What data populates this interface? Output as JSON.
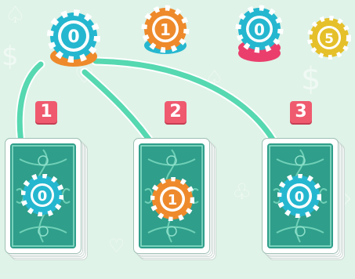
{
  "source_chip": {
    "value": "0",
    "color": "#25b7cf",
    "stack_accent": "#ee8a2b"
  },
  "top_chips": [
    {
      "value": "1",
      "color": "#ee8a2b",
      "stack_accent": "#25b7cf"
    },
    {
      "value": "0",
      "color": "#25b7cf",
      "stack_accent": "#ea3f6d"
    },
    {
      "value": "5",
      "color": "#e5c02a"
    }
  ],
  "badges": [
    {
      "number": "1"
    },
    {
      "number": "2"
    },
    {
      "number": "3"
    }
  ],
  "decks": [
    {
      "chip_value": "0",
      "chip_color": "#25b7cf"
    },
    {
      "chip_value": "1",
      "chip_color": "#ee8a2b"
    },
    {
      "chip_value": "0",
      "chip_color": "#25b7cf"
    }
  ],
  "colors": {
    "background": "#dff3e8",
    "arrow": "#56d8b0",
    "card_back": "#2f9e8a",
    "badge": "#ef5a6f"
  },
  "icons": [
    "dollar-sign-icon",
    "spade-icon",
    "heart-icon",
    "club-icon",
    "diamond-icon"
  ]
}
